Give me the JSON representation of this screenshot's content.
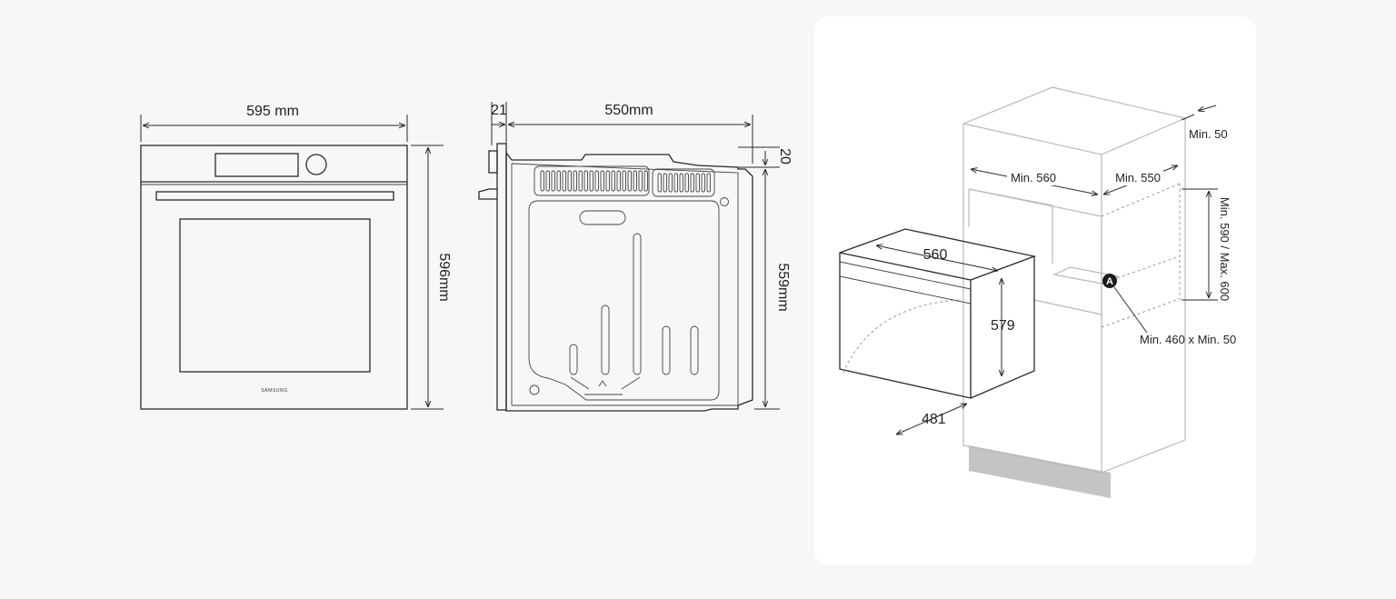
{
  "front_view": {
    "width_label": "595 mm",
    "height_label": "596mm",
    "brand": "SAMSUNG"
  },
  "side_view": {
    "door_depth_label": "21",
    "depth_label": "550mm",
    "top_offset_label": "20",
    "height_label": "559mm"
  },
  "installation": {
    "clearance_top_label": "Min. 50",
    "niche_width_label": "Min. 560",
    "niche_depth_label": "Min. 550",
    "niche_height_label": "Min. 590 / Max. 600",
    "marker_label": "A",
    "vent_opening_label": "Min. 460 x Min. 50",
    "oven_width_label": "560",
    "oven_height_label": "579",
    "door_swing_label": "481"
  },
  "colors": {
    "background": "#f7f7f7",
    "card": "#ffffff",
    "line": "#2a2a2a",
    "cabinet_line": "#b9b9b9",
    "plinth": "#c4c4c4"
  }
}
